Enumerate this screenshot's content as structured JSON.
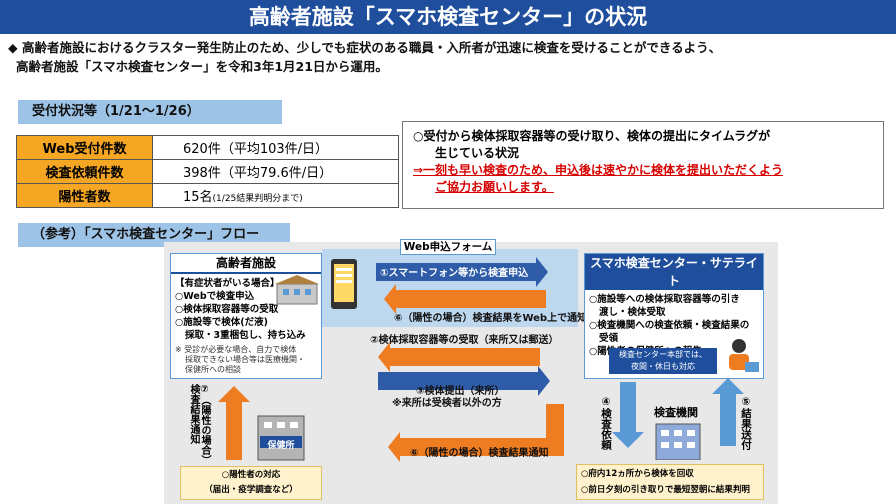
{
  "title": "高齢者施設「スマホ検査センター」の状況",
  "intro": {
    "line1": "◆ 高齢者施設におけるクラスター発生防止のため、少しでも症状のある職員・入所者が迅速に検査を受けることができるよう、",
    "line2": "高齢者施設「スマホ検査センター」を令和3年1月21日から運用。"
  },
  "reception": {
    "header": "受付状況等（1/21～1/26）",
    "rows": [
      {
        "label": "Web受付件数",
        "value": "620件（平均103件/日）",
        "note": ""
      },
      {
        "label": "検査依頼件数",
        "value": "398件（平均79.6件/日）",
        "note": ""
      },
      {
        "label": "陽性者数",
        "value": "15名",
        "note": "(1/25結果判明分まで)"
      }
    ]
  },
  "notice": {
    "line1": "○受付から検体採取容器等の受け取り、検体の提出にタイムラグが",
    "line2": "生じている状況",
    "line3": "⇒一刻も早い検査のため、申込後は速やかに検体を提出いただくよう",
    "line4": "ご協力お願いします。"
  },
  "flow": {
    "header": "（参考）「スマホ検査センター」フロー",
    "facility": {
      "title": "高齢者施設",
      "items": [
        "【有症状者がいる場合】",
        "○Webで検査申込",
        "○検体採取容器等の受取",
        "○施設等で検体(だ液)",
        "採取・3重梱包し、持ち込み"
      ],
      "note1": "※ 受診が必要な場合、自力で検体",
      "note2": "採取できない場合等は医療機関・",
      "note3": "保健所への相談"
    },
    "web_form": {
      "label": "Web申込フォーム",
      "step1": "①スマートフォン等から検査申込",
      "step6a": "⑥（陽性の場合）検査結果をWeb上で通知"
    },
    "step2": "②検体採取容器等の受取（来所又は郵送）",
    "step3": "③検体提出（来所）",
    "step3_note": "※来所は受検者以外の方",
    "step6b": "⑥（陽性の場合）検査結果通知",
    "satellite": {
      "title": "スマホ検査センター・サテライト",
      "items": [
        "○施設等への検体採取容器等の引き",
        "渡し・検体受取",
        "○検査機関への検査依頼・検査結果の",
        "受領",
        "○陽性者の保健所への報告"
      ],
      "hours1": "検査センター本部では、",
      "hours2": "夜間・休日も対応"
    },
    "step7": "⑦（陽性の場合）検査結果通知",
    "health_center": {
      "building_label": "保健所",
      "item1": "○陽性者の対応",
      "item2": "（届出・疫学調査など）"
    },
    "step4": "④検査依頼",
    "step5": "⑤結果送付",
    "lab": {
      "label": "検査機関",
      "item1": "○府内12ヵ所から検体を回収",
      "item2": "○前日夕刻の引き取りで最短翌朝に結果判明"
    }
  }
}
